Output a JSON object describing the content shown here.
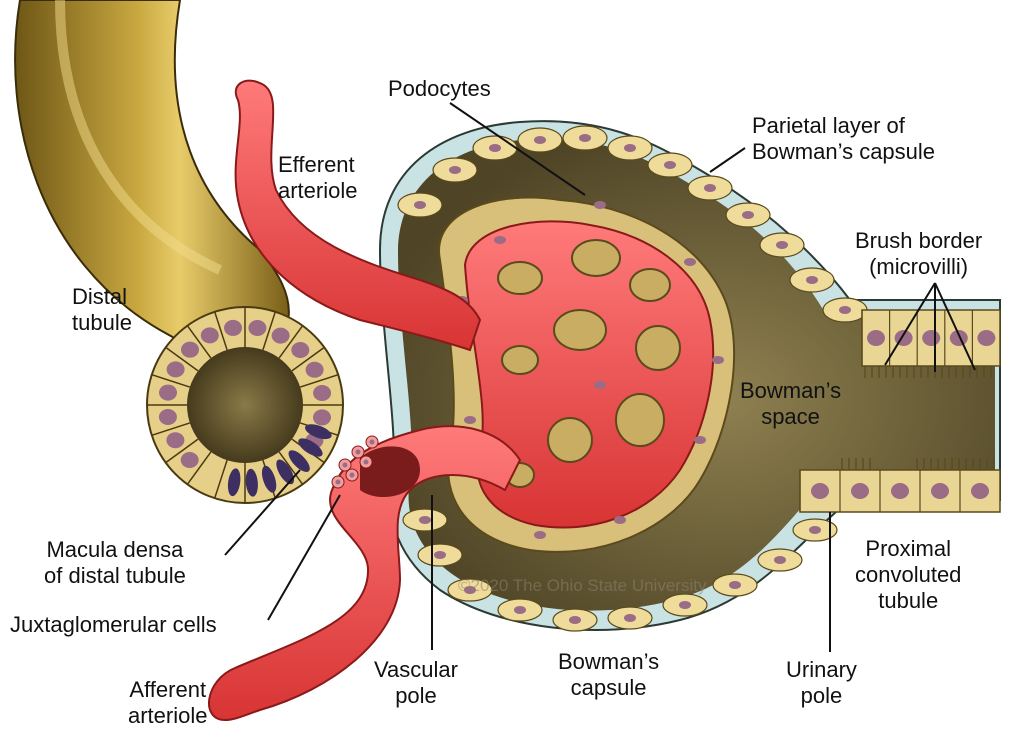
{
  "labels": {
    "podocytes": "Podocytes",
    "parietal_layer": [
      "Parietal layer of",
      "Bowman’s capsule"
    ],
    "efferent_arteriole": [
      "Efferent",
      "arteriole"
    ],
    "brush_border": [
      "Brush border",
      "(microvilli)"
    ],
    "distal_tubule": [
      "Distal",
      "tubule"
    ],
    "bowmans_space": [
      "Bowman’s",
      "space"
    ],
    "macula_densa": [
      "Macula densa",
      "of distal tubule"
    ],
    "proximal_tubule": [
      "Proximal",
      "convoluted",
      "tubule"
    ],
    "juxtaglomerular_cells": "Juxtaglomerular cells",
    "vascular_pole": [
      "Vascular",
      "pole"
    ],
    "bowmans_capsule": [
      "Bowman’s",
      "capsule"
    ],
    "urinary_pole": [
      "Urinary",
      "pole"
    ],
    "afferent_arteriole": [
      "Afferent",
      "arteriole"
    ]
  },
  "watermark": "©2020 The Ohio State University",
  "colors": {
    "tubule": "#a8882a",
    "vessel": "#ee4a4a",
    "cell": "#f0dc9a",
    "nucleus": "#9a6c86",
    "capsule_outline": "#bcd9dc",
    "space": "#7a6c3c"
  }
}
